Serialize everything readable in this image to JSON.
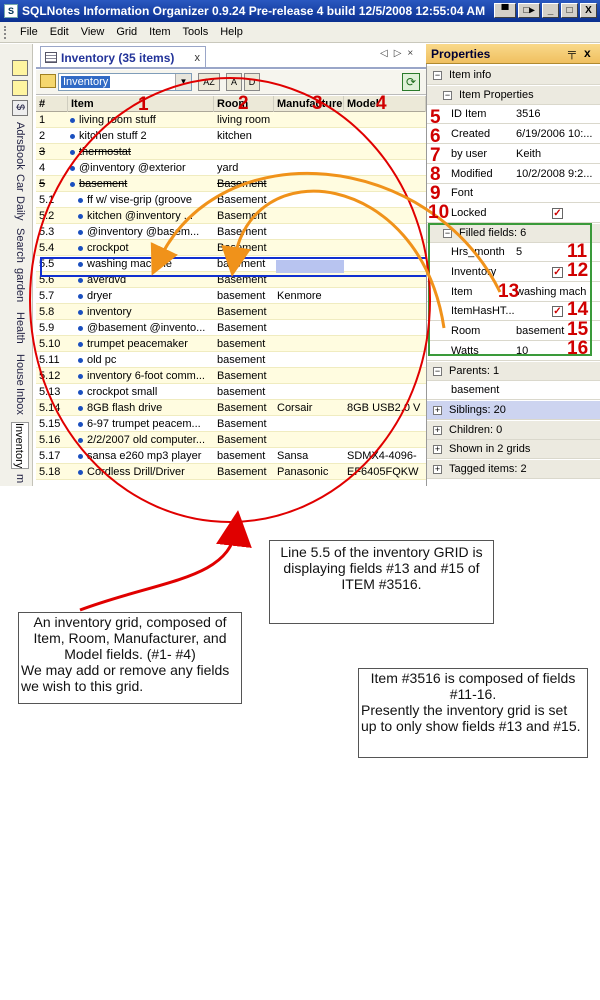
{
  "window": {
    "app_letter": "S",
    "title": "SQLNotes Information Organizer 0.9.24 Pre-release 4  build 12/5/2008 12:55:04 AM",
    "ctrl_a": "▀",
    "ctrl_b": "□▸",
    "ctrl_min": "_",
    "ctrl_max": "□",
    "ctrl_close": "X"
  },
  "menu": [
    "File",
    "Edit",
    "View",
    "Grid",
    "Item",
    "Tools",
    "Help"
  ],
  "left_tabs": [
    "$",
    "AdrsBook",
    "Car",
    "Daily",
    "Search",
    "garden",
    "Health",
    "House",
    "Inbox",
    "Inventory",
    "m"
  ],
  "doc_tab": {
    "label": "Inventory (35 items)",
    "close": "x"
  },
  "tab_nav": [
    "◁",
    "▷",
    "×"
  ],
  "grid_toolbar": {
    "select_value": "Inventory",
    "dd": "▼",
    "btn_sort": "AZ",
    "btn_a": "A",
    "btn_d": "D",
    "refresh": "⟳"
  },
  "grid": {
    "headers": [
      "#",
      "Item",
      "Room",
      "Manufacturer",
      "Model"
    ],
    "rows": [
      {
        "n": "1",
        "item": "living room stuff",
        "room": "living room",
        "mfr": "",
        "model": "",
        "strike": false
      },
      {
        "n": "2",
        "item": "kitchen stuff 2",
        "room": "kitchen",
        "mfr": "",
        "model": "",
        "strike": false
      },
      {
        "n": "3",
        "item": "thermostat",
        "room": "",
        "mfr": "",
        "model": "",
        "strike": true
      },
      {
        "n": "4",
        "item": "@inventory @exterior",
        "room": "yard",
        "mfr": "",
        "model": "",
        "strike": false
      },
      {
        "n": "5",
        "item": "basement",
        "room": "Basement",
        "mfr": "",
        "model": "",
        "strike": true
      },
      {
        "n": "5.1",
        "item": "ff w/ vise-grip (groove",
        "room": "Basement",
        "mfr": "",
        "model": "",
        "strike": false
      },
      {
        "n": "5.2",
        "item": "kitchen @inventory ...",
        "room": "Basement",
        "mfr": "",
        "model": "",
        "strike": false
      },
      {
        "n": "5.3",
        "item": "@inventory @basem...",
        "room": "Basement",
        "mfr": "",
        "model": "",
        "strike": false
      },
      {
        "n": "5.4",
        "item": "crockpot",
        "room": "Basement",
        "mfr": "",
        "model": "",
        "strike": false
      },
      {
        "n": "5.5",
        "item": "washing machine",
        "room": "basement",
        "mfr": "",
        "model": "",
        "strike": false
      },
      {
        "n": "5.6",
        "item": "averdvd",
        "room": "Basement",
        "mfr": "",
        "model": "",
        "strike": false
      },
      {
        "n": "5.7",
        "item": "dryer",
        "room": "basement",
        "mfr": "Kenmore",
        "model": "",
        "strike": false
      },
      {
        "n": "5.8",
        "item": "inventory",
        "room": "Basement",
        "mfr": "",
        "model": "",
        "strike": false
      },
      {
        "n": "5.9",
        "item": "@basement @invento...",
        "room": "Basement",
        "mfr": "",
        "model": "",
        "strike": false
      },
      {
        "n": "5.10",
        "item": "trumpet peacemaker",
        "room": "basement",
        "mfr": "",
        "model": "",
        "strike": false
      },
      {
        "n": "5.11",
        "item": "old pc",
        "room": "basement",
        "mfr": "",
        "model": "",
        "strike": false
      },
      {
        "n": "5.12",
        "item": "inventory 6-foot comm...",
        "room": "Basement",
        "mfr": "",
        "model": "",
        "strike": false
      },
      {
        "n": "5.13",
        "item": "crockpot small",
        "room": "basement",
        "mfr": "",
        "model": "",
        "strike": false
      },
      {
        "n": "5.14",
        "item": "8GB flash drive",
        "room": "Basement",
        "mfr": "Corsair",
        "model": "8GB USB2.0 V",
        "strike": false
      },
      {
        "n": "5.15",
        "item": "6-97 trumpet peacem...",
        "room": "Basement",
        "mfr": "",
        "model": "",
        "strike": false
      },
      {
        "n": "5.16",
        "item": "2/2/2007 old computer...",
        "room": "Basement",
        "mfr": "",
        "model": "",
        "strike": false
      },
      {
        "n": "5.17",
        "item": "sansa e260 mp3 player",
        "room": "basement",
        "mfr": "Sansa",
        "model": "SDMX4-4096-",
        "strike": false
      },
      {
        "n": "5.18",
        "item": "Cordless Drill/Driver",
        "room": "Basement",
        "mfr": "Panasonic",
        "model": "EF6405FQKW",
        "strike": false
      }
    ]
  },
  "properties": {
    "title": "Properties",
    "pin": "╤",
    "close": "x",
    "rows": [
      {
        "kind": "sec",
        "label": "Item info",
        "mark": "−"
      },
      {
        "kind": "sec",
        "label": "Item Properties",
        "mark": "−"
      },
      {
        "kind": "kv",
        "label": "ID Item",
        "value": "3516"
      },
      {
        "kind": "kv",
        "label": "Created",
        "value": "6/19/2006 10:..."
      },
      {
        "kind": "kv",
        "label": "by user",
        "value": "Keith"
      },
      {
        "kind": "kv",
        "label": "Modified",
        "value": "10/2/2008 9:2..."
      },
      {
        "kind": "kv",
        "label": "Font",
        "value": ""
      },
      {
        "kind": "chk",
        "label": "Locked",
        "value": ""
      },
      {
        "kind": "sec",
        "label": "Filled fields: 6",
        "mark": "−"
      },
      {
        "kind": "kv",
        "label": "Hrs_month",
        "value": "5"
      },
      {
        "kind": "chk",
        "label": "Inventory",
        "value": ""
      },
      {
        "kind": "kv",
        "label": "Item",
        "value": "washing mach"
      },
      {
        "kind": "chk",
        "label": "ItemHasHT...",
        "value": ""
      },
      {
        "kind": "kv",
        "label": "Room",
        "value": "basement"
      },
      {
        "kind": "kv",
        "label": "Watts",
        "value": "10"
      },
      {
        "kind": "sec",
        "label": "Parents: 1",
        "mark": "−"
      },
      {
        "kind": "plain",
        "label": "basement",
        "value": ""
      },
      {
        "kind": "sec2",
        "label": "Siblings: 20",
        "mark": "+"
      },
      {
        "kind": "sec",
        "label": "Children: 0",
        "mark": "+"
      },
      {
        "kind": "sec",
        "label": "Shown in 2 grids",
        "mark": "+"
      },
      {
        "kind": "sec",
        "label": "Tagged items: 2",
        "mark": "+"
      }
    ]
  },
  "annotations": {
    "numbers": [
      "1",
      "2",
      "3",
      "4",
      "5",
      "6",
      "7",
      "8",
      "9",
      "10",
      "11",
      "12",
      "13",
      "14",
      "15",
      "16"
    ],
    "callout_line": "Line 5.5 of the inventory GRID is displaying fields #13 and #15 of ITEM #3516.",
    "callout_grid_1": "An inventory grid, composed of Item, Room, Manufacturer, and Model fields. (#1- #4)",
    "callout_grid_2": "We may add or remove any fields we wish to this grid.",
    "callout_item_1": "Item #3516 is composed of fields #11-16.",
    "callout_item_2": "Presently the inventory grid is set up to only show fields #13 and #15."
  },
  "colors": {
    "annotation_red": "#d00000",
    "selection_blue": "#1030d0",
    "filled_green": "#3a9a3a",
    "row_yellow": "#fffce0"
  }
}
